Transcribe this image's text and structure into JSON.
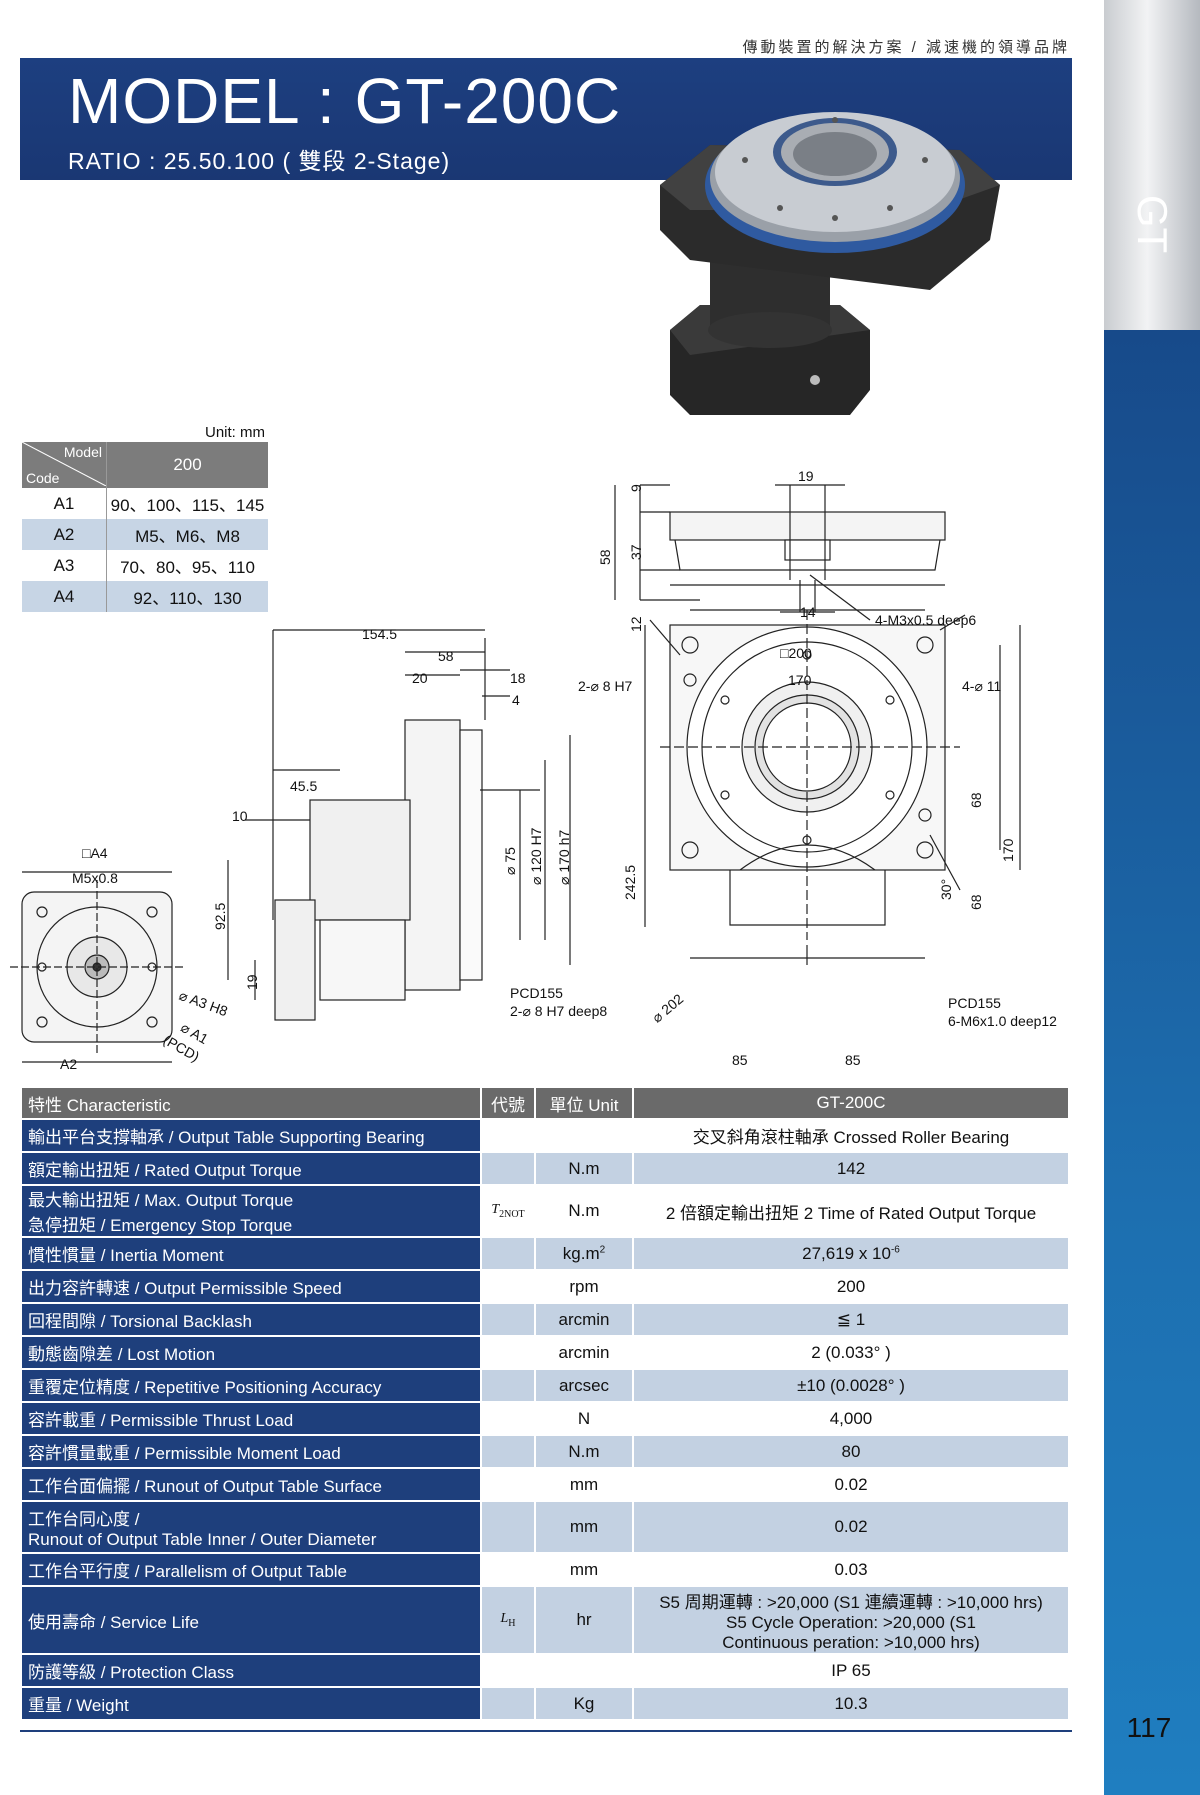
{
  "header": {
    "tagline": "傳動裝置的解決方案 / 減速機的領導品牌",
    "title": "MODEL : GT-200C",
    "ratio": "RATIO : 25.50.100 ( 雙段 2-Stage)"
  },
  "side_tab": "GT",
  "page_number": "117",
  "code_table": {
    "unit": "Unit: mm",
    "header_model": "Model",
    "header_code": "Code",
    "header_size": "200",
    "rows": [
      {
        "code": "A1",
        "value": "90、100、115、145"
      },
      {
        "code": "A2",
        "value": "M5、M6、M8"
      },
      {
        "code": "A3",
        "value": "70、80、95、110"
      },
      {
        "code": "A4",
        "value": "92、110、130"
      }
    ]
  },
  "drawing": {
    "side_top": {
      "d9": "9",
      "d58": "58",
      "d37": "37",
      "d12": "12",
      "d19": "19",
      "d14": "14",
      "note": "4-M3x0.5 deep6"
    },
    "side_main": {
      "d154_5": "154.5",
      "d58": "58",
      "d20": "20",
      "d18": "18",
      "d4": "4",
      "d45_5": "45.5",
      "d10": "10",
      "d92_5": "92.5",
      "d19": "19",
      "d75": "⌀ 75",
      "d120": "⌀ 120 H7",
      "d170": "⌀ 170 h7",
      "pcd": "PCD155",
      "pin": "2-⌀ 8 H7 deep8"
    },
    "input_face": {
      "a4": "□A4",
      "m5": "M5x0.8",
      "a3": "⌀ A3 H8",
      "a1": "⌀ A1",
      "pcd": "(PCD)",
      "a2": "A2"
    },
    "front": {
      "sq": "□200",
      "d170": "170",
      "pin": "2-⌀ 8 H7",
      "holes": "4-⌀ 11",
      "d68a": "68",
      "d68b": "68",
      "d170v": "170",
      "ang": "30°",
      "d242": "242.5",
      "d202": "⌀ 202",
      "d85a": "85",
      "d85b": "85",
      "pcd": "PCD155",
      "tap": "6-M6x1.0 deep12"
    }
  },
  "spec_table": {
    "headers": {
      "characteristic": "特性 Characteristic",
      "code": "代號",
      "unit": "單位 Unit",
      "model": "GT-200C"
    },
    "rows": [
      {
        "label": "輸出平台支撐軸承 / Output Table Supporting Bearing",
        "code": "",
        "unit": "",
        "value": "交叉斜角滾柱軸承 Crossed Roller Bearing"
      },
      {
        "label": "額定輸出扭矩 / Rated Output Torque",
        "code": "",
        "unit": "N.m",
        "value": "142"
      },
      {
        "label": "最大輸出扭矩 / Max. Output Torque",
        "label2": "急停扭矩 / Emergency Stop Torque",
        "code": "T2NOT",
        "unit": "N.m",
        "value": "2 倍額定輸出扭矩 2 Time of Rated Output Torque"
      },
      {
        "label": "慣性慣量 / Inertia Moment",
        "code": "",
        "unit": "kg.m2",
        "value": "27,619 x 10-6"
      },
      {
        "label": "出力容許轉速 / Output Permissible Speed",
        "code": "",
        "unit": "rpm",
        "value": "200"
      },
      {
        "label": "回程間隙 / Torsional Backlash",
        "code": "",
        "unit": "arcmin",
        "value": "≦ 1"
      },
      {
        "label": "動態齒隙差 / Lost Motion",
        "code": "",
        "unit": "arcmin",
        "value": "2 (0.033° )"
      },
      {
        "label": "重覆定位精度 / Repetitive Positioning Accuracy",
        "code": "",
        "unit": "arcsec",
        "value": "±10 (0.0028° )"
      },
      {
        "label": "容許載重 / Permissible Thrust Load",
        "code": "",
        "unit": "N",
        "value": "4,000"
      },
      {
        "label": "容許慣量載重 / Permissible Moment Load",
        "code": "",
        "unit": "N.m",
        "value": "80"
      },
      {
        "label": "工作台面偏擺 / Runout of Output Table Surface",
        "code": "",
        "unit": "mm",
        "value": "0.02"
      },
      {
        "label": "工作台同心度 /",
        "label2": "Runout of Output Table Inner / Outer Diameter",
        "code": "",
        "unit": "mm",
        "value": "0.02"
      },
      {
        "label": "工作台平行度 / Parallelism of Output Table",
        "code": "",
        "unit": "mm",
        "value": "0.03"
      },
      {
        "label": "使用壽命 / Service Life",
        "code": "LH",
        "unit": "hr",
        "value": "S5 周期運轉 : >20,000 (S1 連續運轉 : >10,000 hrs)",
        "value2": "S5 Cycle Operation: >20,000 (S1",
        "value3": "Continuous peration: >10,000 hrs)"
      },
      {
        "label": "防護等級 / Protection Class",
        "code": "",
        "unit": "",
        "value": "IP 65"
      },
      {
        "label": "重量 / Weight",
        "code": "",
        "unit": "Kg",
        "value": "10.3"
      }
    ]
  }
}
